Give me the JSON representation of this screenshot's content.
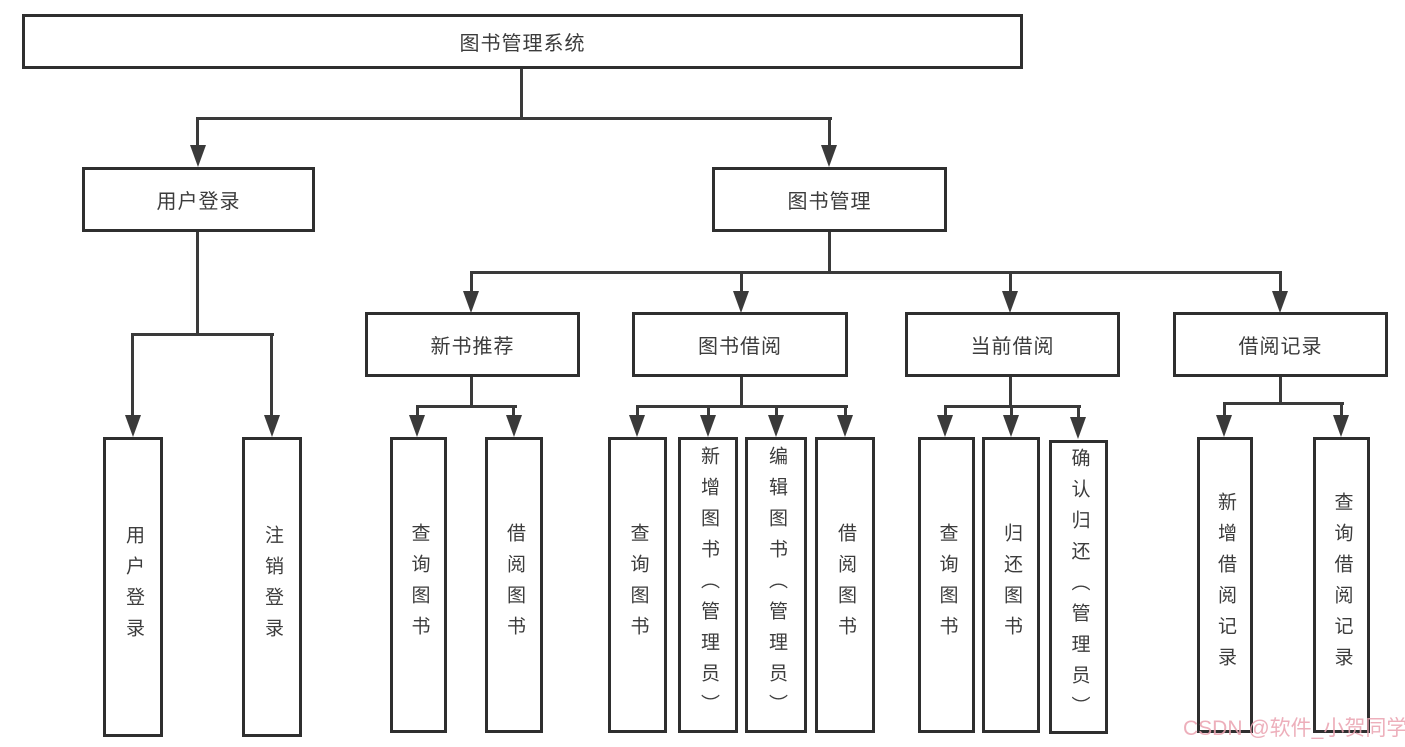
{
  "diagram": {
    "root": {
      "label": "图书管理系统"
    },
    "branches": [
      {
        "label": "用户登录",
        "leaves": [
          "用户登录",
          "注销登录"
        ]
      },
      {
        "label": "图书管理",
        "groups": [
          {
            "label": "新书推荐",
            "leaves": [
              "查询图书",
              "借阅图书"
            ]
          },
          {
            "label": "图书借阅",
            "leaves": [
              "查询图书",
              "新增图书（管理员）",
              "编辑图书（管理员）",
              "借阅图书"
            ]
          },
          {
            "label": "当前借阅",
            "leaves": [
              "查询图书",
              "归还图书",
              "确认归还（管理员）"
            ]
          },
          {
            "label": "借阅记录",
            "leaves": [
              "新增借阅记录",
              "查询借阅记录"
            ]
          }
        ]
      }
    ]
  },
  "watermark": {
    "text": "CSDN @软件_小贺同学",
    "color": "#eaa4b2"
  },
  "colors": {
    "line": "#3a3a3a",
    "box_border": "#2f2f2f",
    "text": "#3c3c3c",
    "background": "#ffffff"
  }
}
